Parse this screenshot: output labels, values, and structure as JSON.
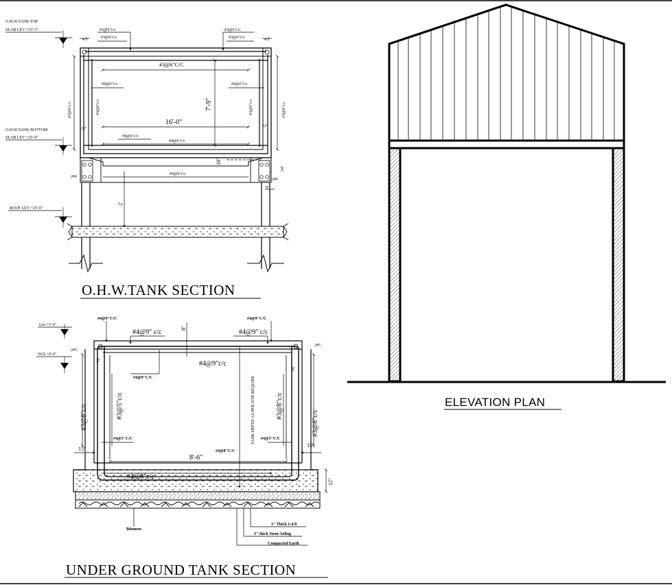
{
  "ohw_section": {
    "title": "O.H.W.TANK SECTION",
    "levels": {
      "top_1": "O.H.W.TANK TOP",
      "top_2": "SLAB LEV +33'-3\"",
      "bottom_1": "O.H.W.TANK BOTTOM",
      "bottom_2": "SLAB LEV +25'-9\"",
      "roof": "ROOF LEV +25'-0\""
    },
    "labels": {
      "rebar_top_left": "#3@6\"c/c",
      "rebar_top_left_2": "#3@6\"c/c",
      "rebar_top_right": "#3@6\"c/c",
      "rebar_top_right_2": "#3@6\"c/c",
      "top_slab_bar": "#3@6\"C/C",
      "mid_left": "#4@6\"c/c",
      "mid_right": "#4@6\"c/c",
      "wall_left_outer": "#3@6\"c/c",
      "wall_left_inner": "#3@6\"c/c",
      "wall_right_inner": "#3@6\"c/c",
      "wall_right_outer": "#3@6\"c/c",
      "height_dim": "7'-9\"",
      "span_dim": "16'-0\"",
      "bottom_bar_1": "#4@6\"c/c",
      "bottom_bar_2": "#4@6\"c/c",
      "bottom_bar_3": "#4@6\"c/c",
      "beam_dim": "18\"",
      "beam_right": "24\"",
      "haunch_left": "12\"",
      "haunch_right": "12\"",
      "col_dim": "9\"",
      "clear_dim": "2'",
      "cover_left": "4.5",
      "cover_right": "4.5",
      "small_left": "2#6",
      "small_right": "2#6"
    }
  },
  "ug_section": {
    "title": "UNDER GROUND TANK SECTION",
    "levels": {
      "top": "Lev.+1'-6\"",
      "ngl": "NGL+0'-0\""
    },
    "labels": {
      "top_left_bar": "#4@9\"C/C",
      "top_left_main": "#4@9\" c/c",
      "top_right_bar": "#4@9\"C/C",
      "top_right_main": "#4@9\" c/c",
      "slab_main": "#4@9\"c/c",
      "slab_sub": "#4@9\"C/C",
      "top_thk": "8\"",
      "left_cover": "3'",
      "right_cover": "3'",
      "left_corner": "2#5",
      "right_corner": "2#5",
      "wall_left_outer": "#3@8\"c/c",
      "wall_left_inner": "#3@5\"c/c",
      "wall_right_inner": "#3@8\"c/c",
      "wall_right_outer": "#3@8\"c/c",
      "depth_note": "TANK DEPTH AS PER SITE REQUIRE",
      "bar_left_mid": "#4@5\"C/C",
      "bar_right_mid": "#4@5\"C/C",
      "bar_center": "#4@8\"C/C",
      "span": "8'-6\"",
      "base_bar": "#4@8\"c/c",
      "left_15": "15\"",
      "right_15": "15\"",
      "base_thk": "12\"",
      "bitumen": "Bitumen",
      "pcc": "3\" Thick 1:4:8",
      "soling": "3\" thick Stone Soling",
      "earth": "Compacted Earth"
    }
  },
  "elevation": {
    "title": "ELEVATION PLAN"
  }
}
